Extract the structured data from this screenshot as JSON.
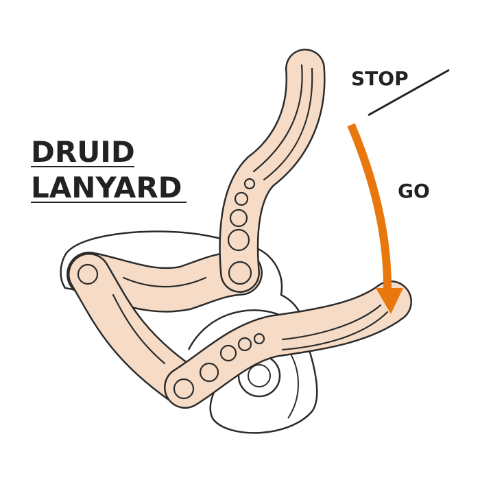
{
  "title": {
    "line1": "DRUID",
    "line2": "LANYARD"
  },
  "labels": {
    "stop": "STOP",
    "go": "GO"
  },
  "colors": {
    "part_fill": "#f6dcc6",
    "outline": "#2b2b2b",
    "arrow": "#e8780e"
  }
}
